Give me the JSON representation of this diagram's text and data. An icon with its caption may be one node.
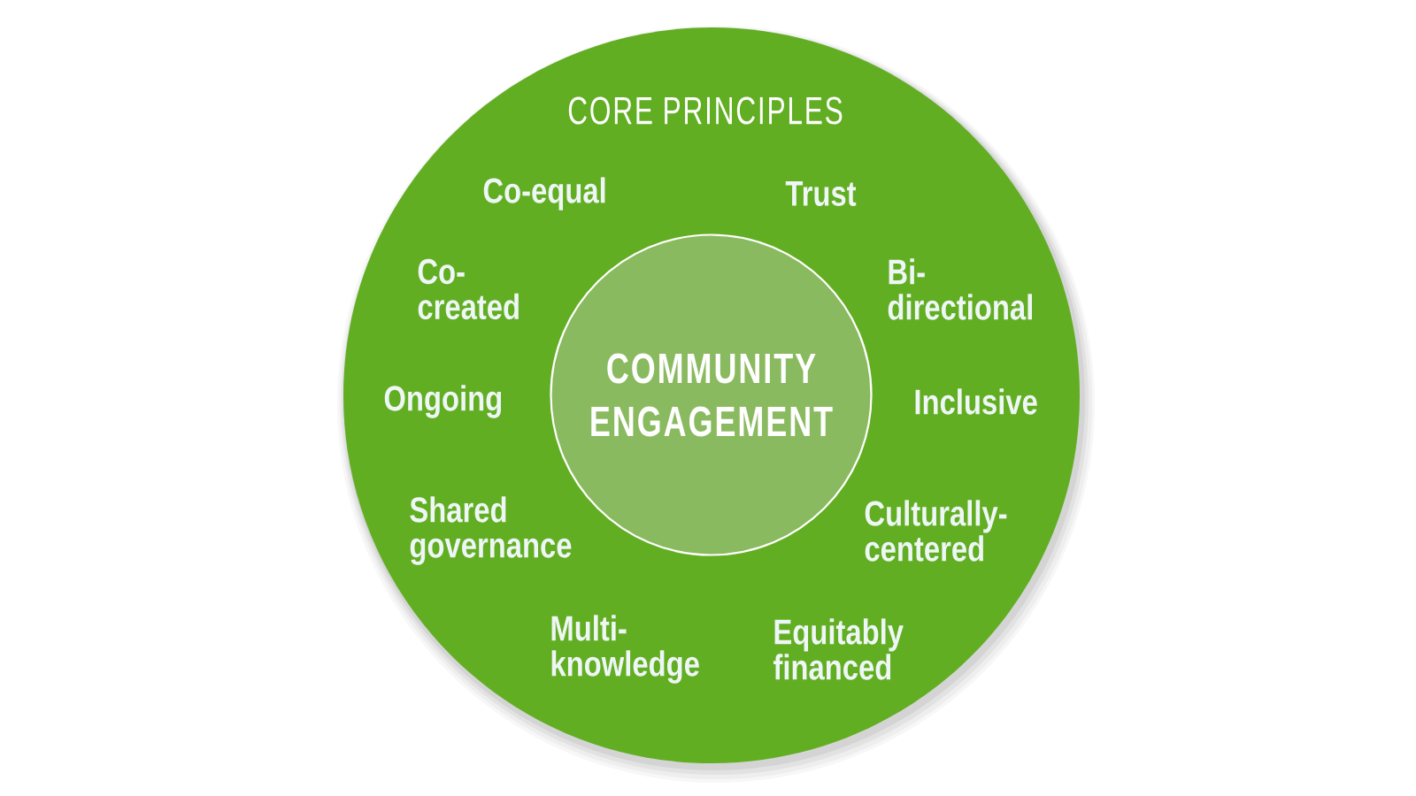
{
  "diagram": {
    "nodes": [
      {
        "text": [
          "CORE PRINCIPLES",
          "Co-equal",
          "Trust",
          "Co-created",
          "Bi-directional",
          "Ongoing",
          "Inclusive",
          "Shared governance",
          "Culturally-centered",
          "Multi-knowledge",
          "Equitably financed"
        ]
      },
      {
        "text": [
          "COMMUNITY ENGAGEMENT"
        ],
        "in": 0
      }
    ]
  }
}
